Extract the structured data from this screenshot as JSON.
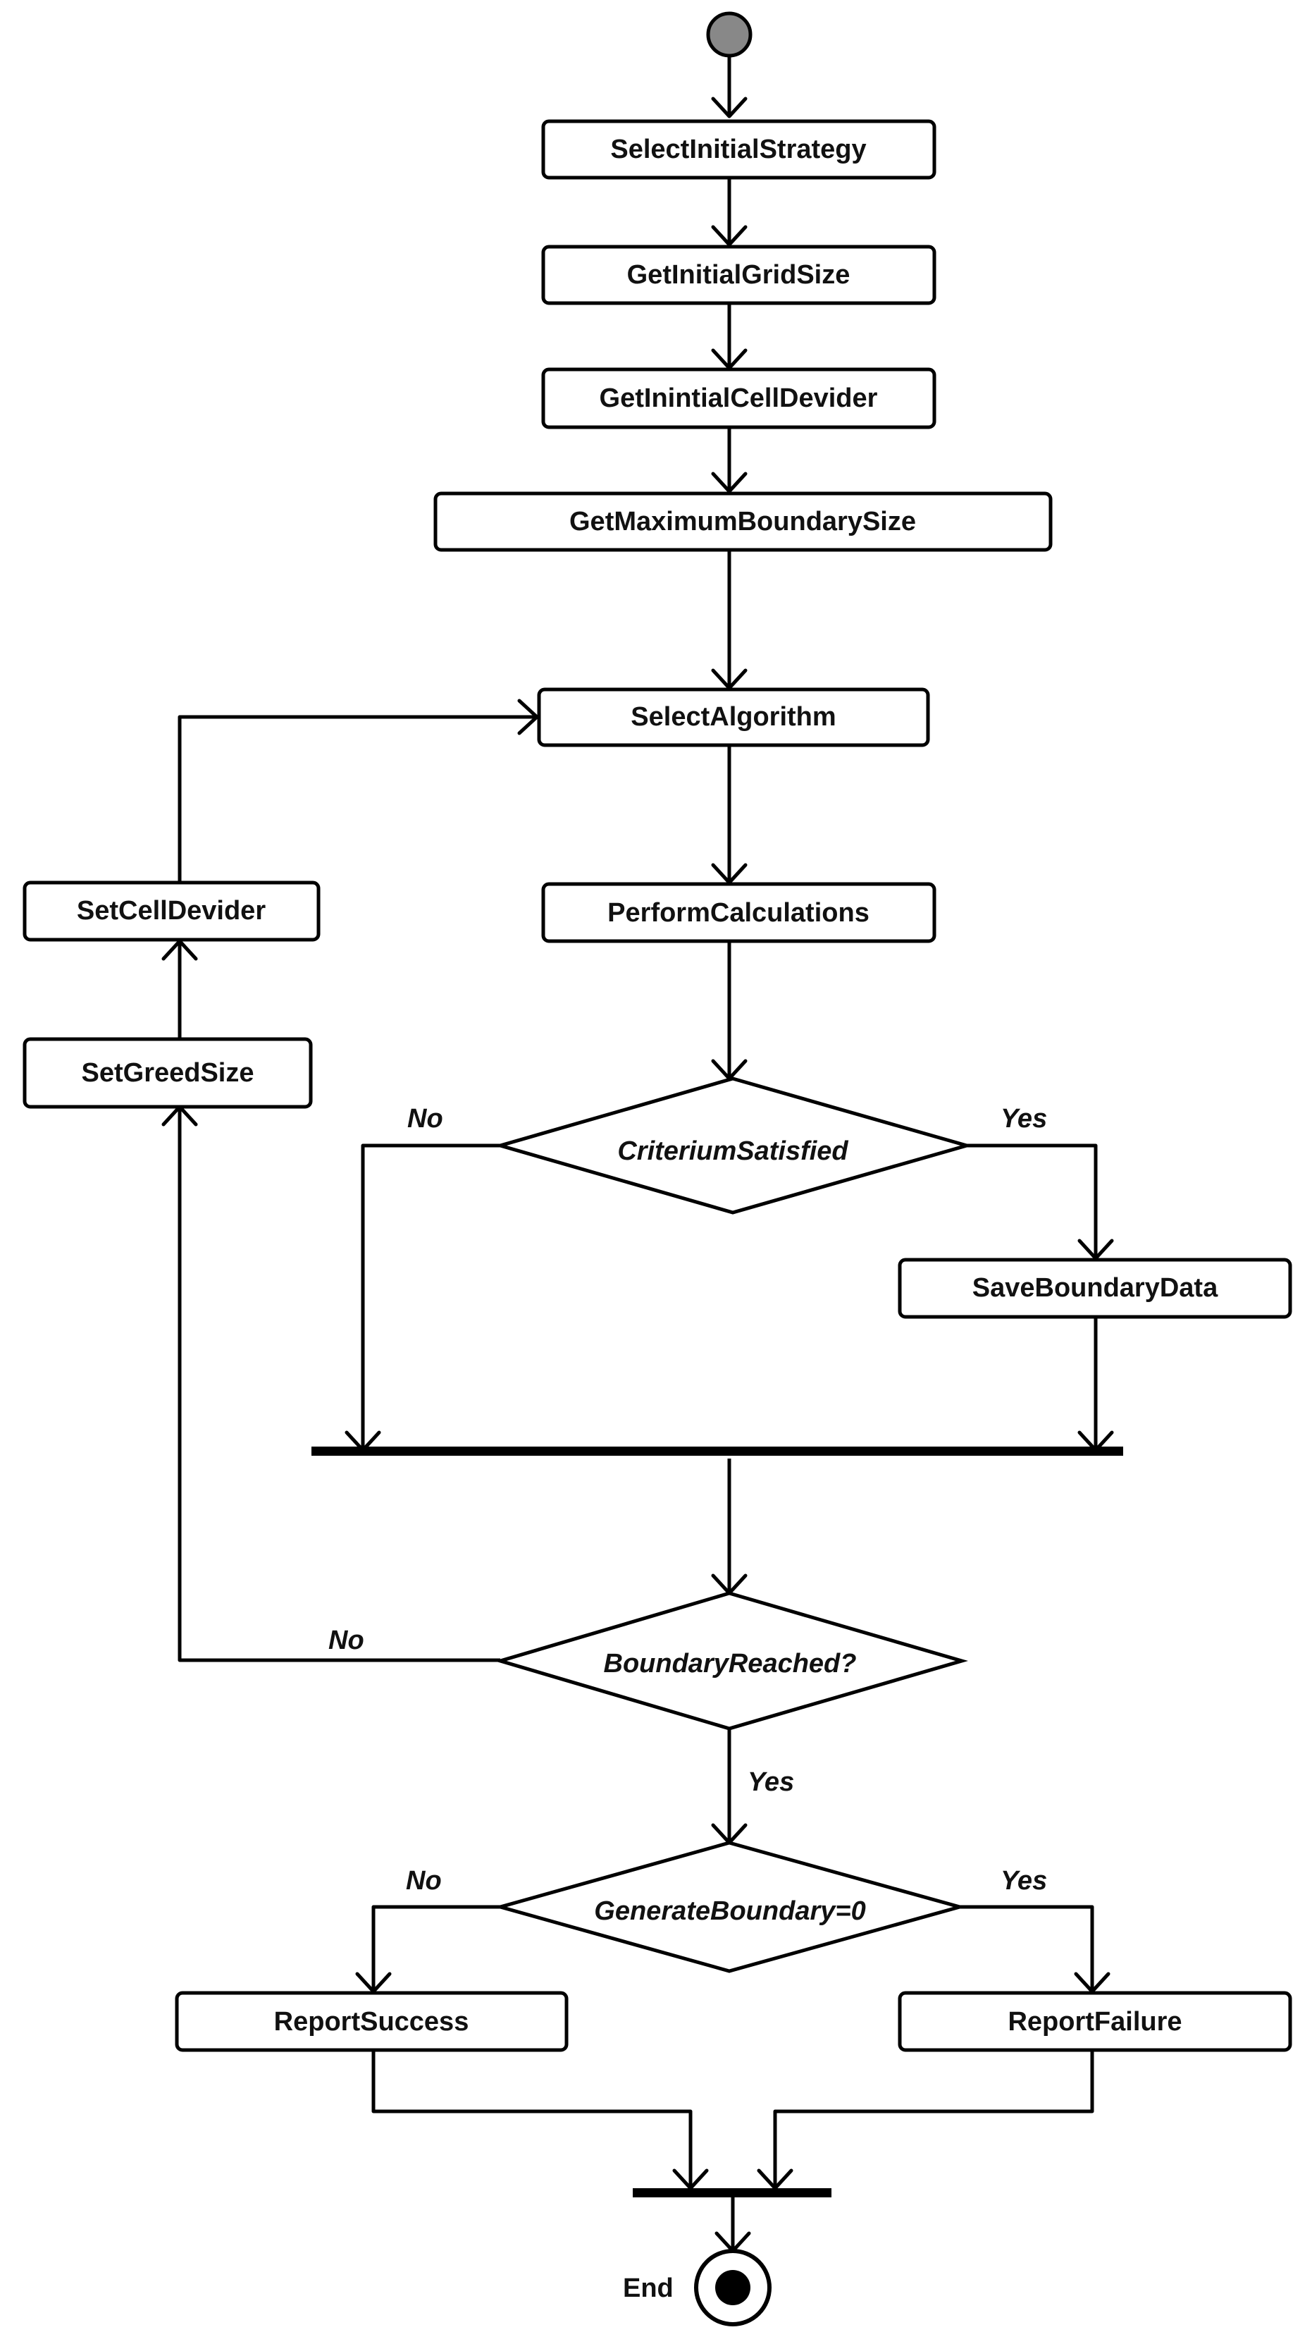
{
  "colors": {
    "start_node": "#888888",
    "line": "#000000",
    "background": "#ffffff"
  },
  "actions": {
    "select_initial_strategy": "SelectInitialStrategy",
    "get_initial_grid_size": "GetInitialGridSize",
    "get_inintial_cell_devider": "GetInintialCellDevider",
    "get_maximum_boundary_size": "GetMaximumBoundarySize",
    "select_algorithm": "SelectAlgorithm",
    "perform_calculations": "PerformCalculations",
    "set_cell_devider": "SetCellDevider",
    "set_greed_size": "SetGreedSize",
    "save_boundary_data": "SaveBoundaryData",
    "report_success": "ReportSuccess",
    "report_failure": "ReportFailure"
  },
  "decisions": {
    "criterium_satisfied": "CriteriumSatisfied",
    "boundary_reached": "BoundaryReached?",
    "generate_boundary": "GenerateBoundary=0"
  },
  "edge_labels": {
    "criterium_no": "No",
    "criterium_yes": "Yes",
    "boundary_no": "No",
    "boundary_yes": "Yes",
    "generate_no": "No",
    "generate_yes": "Yes"
  },
  "end": {
    "label": "End"
  }
}
